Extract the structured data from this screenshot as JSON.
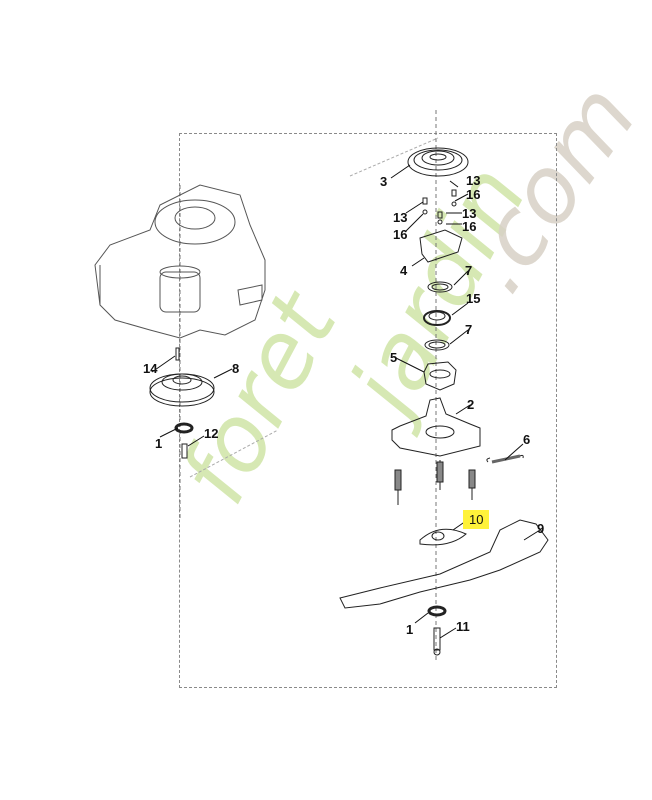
{
  "diagram": {
    "type": "exploded-parts-diagram",
    "subject": "lawn mower engine blade assembly",
    "watermark": {
      "text_parts": [
        {
          "text": "foret",
          "color": "#b5d77a"
        },
        {
          "text": "jardin",
          "color": "#b5d77a"
        },
        {
          "text": ".com",
          "color": "#c9c1b4"
        }
      ],
      "accent_color_t": "#f7c08a",
      "full_text": "foretjardin.com"
    },
    "frame_color": "#8a8a8a",
    "highlight_color": "#fff23a",
    "callouts": [
      {
        "id": "c3",
        "label": "3",
        "part": "pulley-top"
      },
      {
        "id": "c13a",
        "label": "13",
        "part": "bolt"
      },
      {
        "id": "c16a",
        "label": "16",
        "part": "washer"
      },
      {
        "id": "c13b",
        "label": "13",
        "part": "bolt"
      },
      {
        "id": "c16b",
        "label": "16",
        "part": "washer"
      },
      {
        "id": "c13c",
        "label": "13",
        "part": "bolt"
      },
      {
        "id": "c16c",
        "label": "16",
        "part": "washer"
      },
      {
        "id": "c4",
        "label": "4",
        "part": "bracket"
      },
      {
        "id": "c7a",
        "label": "7",
        "part": "seal-ring"
      },
      {
        "id": "c15",
        "label": "15",
        "part": "bearing"
      },
      {
        "id": "c7b",
        "label": "7",
        "part": "seal-ring"
      },
      {
        "id": "c5",
        "label": "5",
        "part": "bearing-housing"
      },
      {
        "id": "c2",
        "label": "2",
        "part": "blade-hub-mount"
      },
      {
        "id": "c6",
        "label": "6",
        "part": "spring"
      },
      {
        "id": "c10",
        "label": "10",
        "part": "blade-adapter",
        "highlighted": true
      },
      {
        "id": "c9",
        "label": "9",
        "part": "mower-blade"
      },
      {
        "id": "c1b",
        "label": "1",
        "part": "blade-washer"
      },
      {
        "id": "c11",
        "label": "11",
        "part": "blade-bolt"
      },
      {
        "id": "c14",
        "label": "14",
        "part": "key-pin"
      },
      {
        "id": "c8",
        "label": "8",
        "part": "engine-pulley"
      },
      {
        "id": "c1a",
        "label": "1",
        "part": "washer"
      },
      {
        "id": "c12",
        "label": "12",
        "part": "bolt"
      }
    ]
  }
}
